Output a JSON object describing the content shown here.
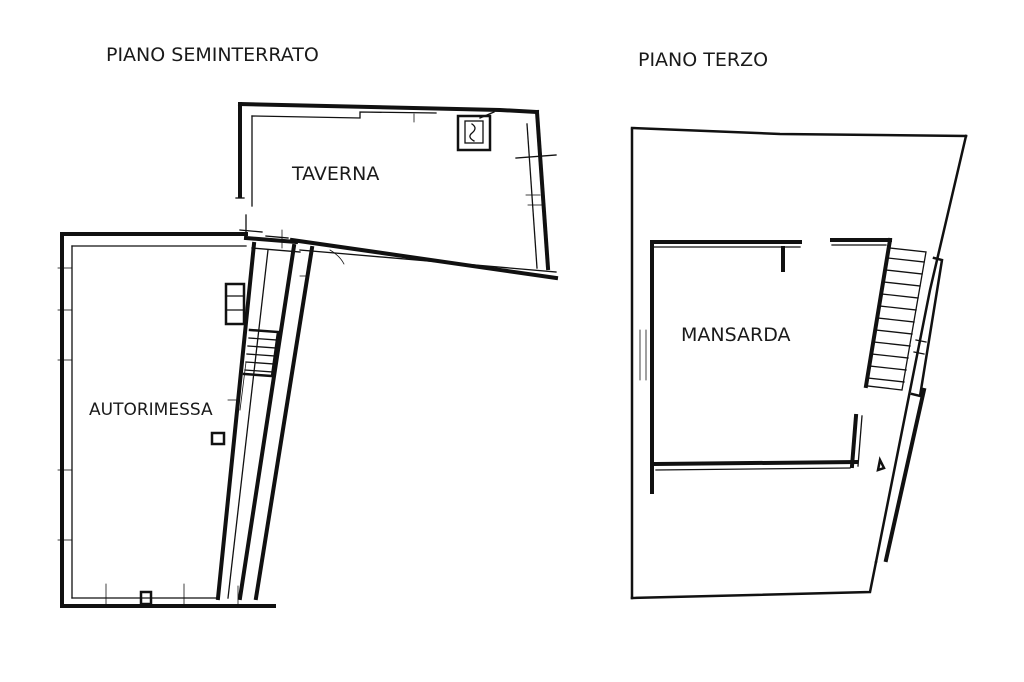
{
  "floors": [
    {
      "title": "PIANO SEMINTERRATO",
      "rooms": [
        {
          "label": "TAVERNA"
        },
        {
          "label": "AUTORIMESSA"
        }
      ]
    },
    {
      "title": "PIANO TERZO",
      "rooms": [
        {
          "label": "MANSARDA"
        }
      ]
    }
  ],
  "colors": {
    "line": "#111111",
    "background": "#ffffff"
  }
}
